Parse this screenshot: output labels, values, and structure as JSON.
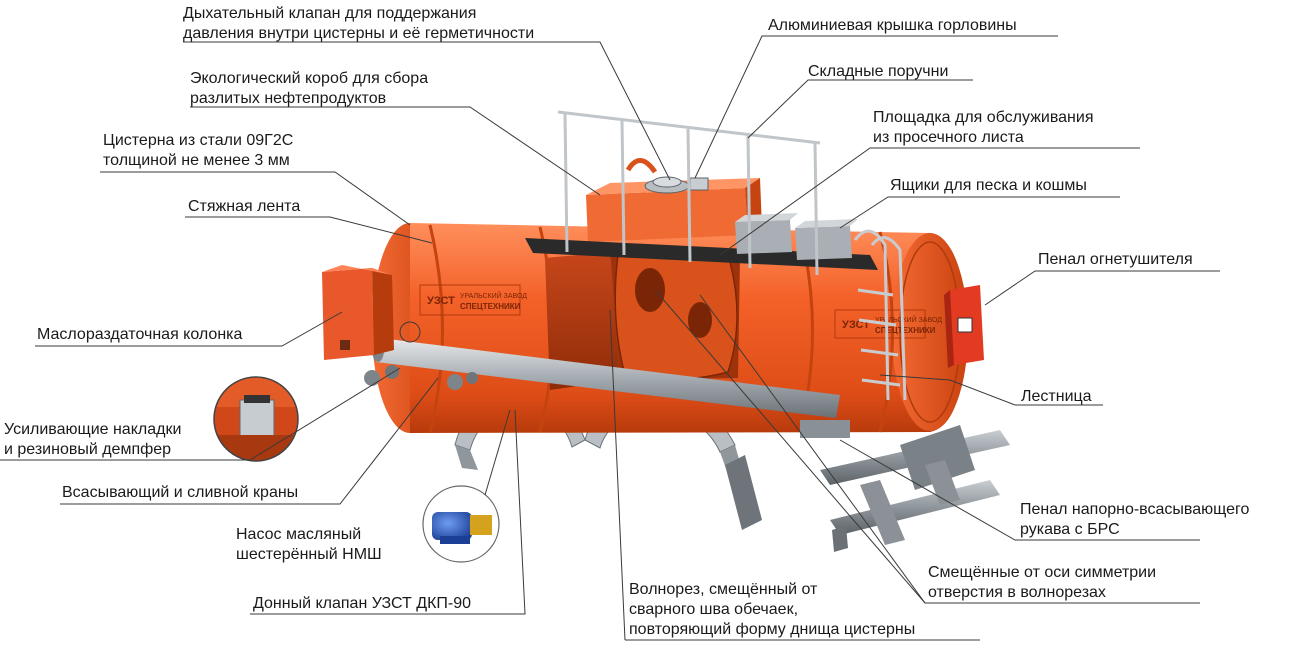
{
  "colors": {
    "tank": "#f05a22",
    "tank_dark": "#c8400f",
    "tank_light": "#ff8a55",
    "steel": "#9aa1a7",
    "steel_dark": "#5f666c",
    "leader": "#3a3a3a",
    "pump_blue": "#2456b8"
  },
  "tank_branding": {
    "logo": "УЗСТ",
    "plant_line1": "УРАЛЬСКИЙ ЗАВОД",
    "plant_line2": "СПЕЦТЕХНИКИ"
  },
  "labels": {
    "breather_valve": [
      "Дыхательный клапан для поддержания",
      "давления внутри цистерны и её герметичности"
    ],
    "manhole_cover": [
      "Алюминиевая крышка горловины"
    ],
    "eco_box": [
      "Экологический короб для сбора",
      "разлитых нефтепродуктов"
    ],
    "folding_rails": [
      "Складные поручни"
    ],
    "service_platform": [
      "Площадка для обслуживания",
      "из просечного листа"
    ],
    "tank_steel": [
      "Цистерна из стали 09Г2С",
      "толщиной не менее 3 мм"
    ],
    "sand_boxes": [
      "Ящики для песка и кошмы"
    ],
    "tie_band": [
      "Стяжная лента"
    ],
    "extinguisher_case": [
      "Пенал огнетушителя"
    ],
    "oil_dispenser": [
      "Маслораздаточная колонка"
    ],
    "ladder": [
      "Лестница"
    ],
    "pads_damper": [
      "Усиливающие накладки",
      "и резиновый демпфер"
    ],
    "suction_drain_valves": [
      "Всасывающий и сливной краны"
    ],
    "hose_case": [
      "Пенал напорно-всасывающего",
      "рукава с БРС"
    ],
    "gear_pump": [
      "Насос масляный",
      "шестерённый НМШ"
    ],
    "offset_holes": [
      "Смещённые от оси симметрии",
      "отверстия в волнорезах"
    ],
    "bottom_valve": [
      "Донный клапан УЗСТ ДКП-90"
    ],
    "baffle": [
      "Волнорез, смещённый от",
      "сварного шва обечаек,",
      "повторяющий форму днища цистерны"
    ]
  }
}
